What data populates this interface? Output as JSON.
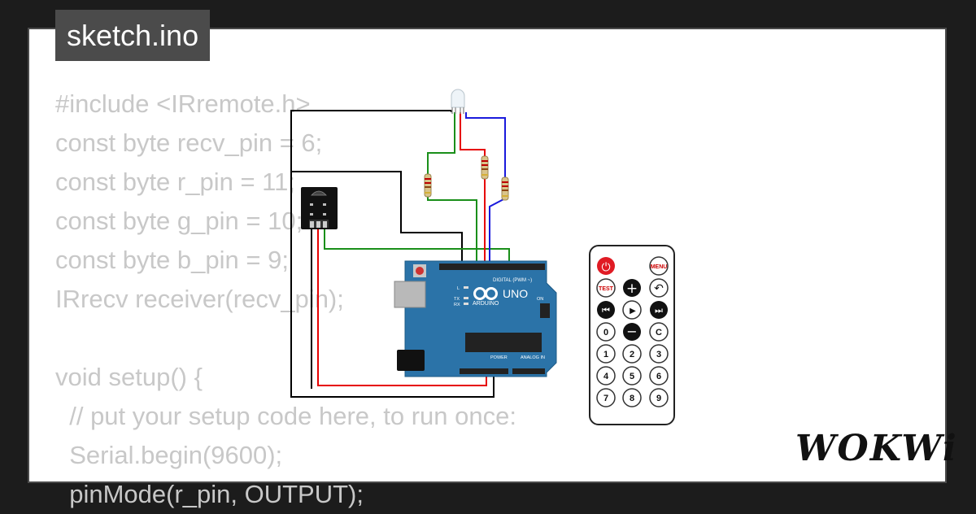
{
  "file_tab": {
    "title": "sketch.ino"
  },
  "code_lines": [
    "#include <IRremote.h>",
    "const byte recv_pin = 6;",
    "const byte r_pin = 11;",
    "const byte g_pin = 10;",
    "const byte b_pin = 9;",
    "IRrecv receiver(recv_pin);",
    "",
    "void setup() {",
    "  // put your setup code here, to run once:",
    "  Serial.begin(9600);",
    "  pinMode(r_pin, OUTPUT);"
  ],
  "board": {
    "name": "UNO",
    "brand": "ARDUINO",
    "digital_label": "DIGITAL (PWM ~)",
    "power_label": "POWER",
    "analog_label": "ANALOG IN",
    "on_label": "ON",
    "l_label": "L",
    "tx_label": "TX",
    "rx_label": "RX",
    "color": "#2b73a8"
  },
  "remote": {
    "power_label": "⏻",
    "menu_label": "MENU",
    "test_label": "TEST",
    "plus_label": "+",
    "back_label": "↶",
    "prev_label": "⏮",
    "play_label": "▶",
    "next_label": "⏭",
    "zero_label": "0",
    "minus_label": "−",
    "clear_label": "C",
    "digits": [
      "1",
      "2",
      "3",
      "4",
      "5",
      "6",
      "7",
      "8",
      "9"
    ]
  },
  "brand": {
    "logo_text": "WOKWi"
  },
  "wire_colors": {
    "black": "#000000",
    "red": "#e60000",
    "green": "#1a8f1a",
    "blue": "#1a1adc"
  }
}
